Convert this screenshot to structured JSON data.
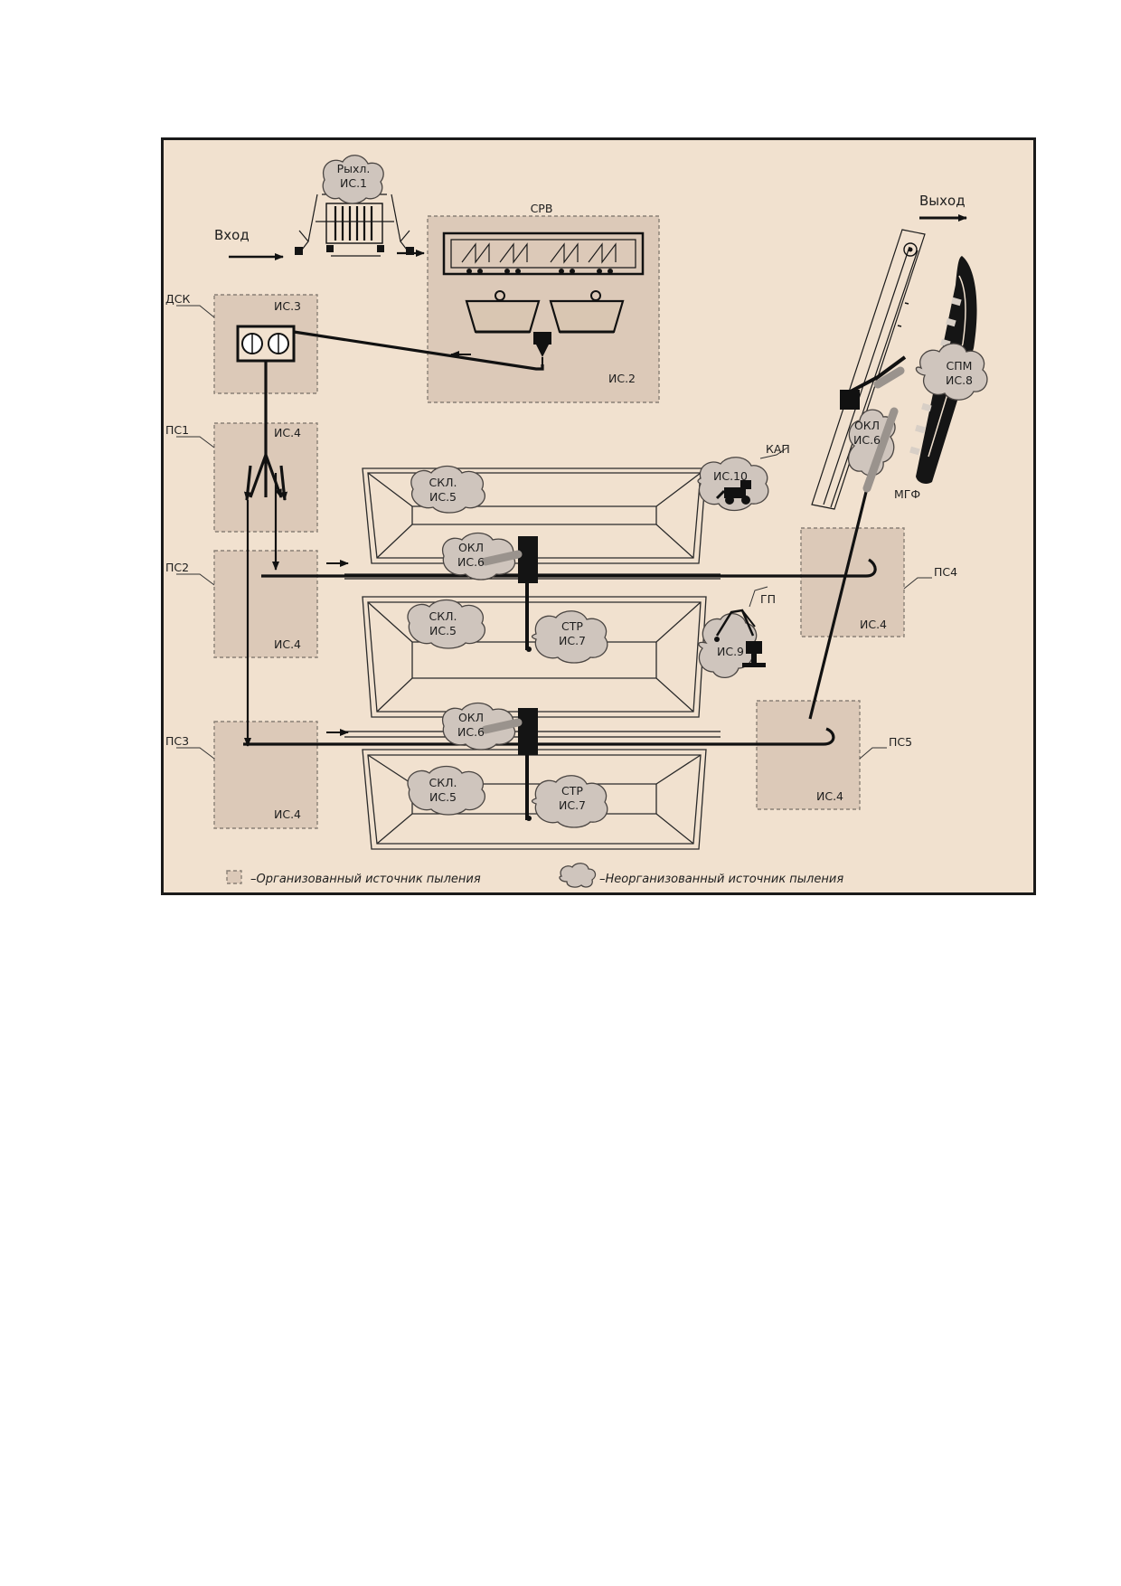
{
  "diagram": {
    "io": {
      "entry": "Вход",
      "exit": "Выход"
    },
    "equipment": {
      "rykhl": "Рыхл.",
      "srv": "СРВ",
      "dsk": "ДСК",
      "ps1": "ПС1",
      "ps2": "ПС2",
      "ps3": "ПС3",
      "ps4": "ПС4",
      "ps5": "ПС5",
      "kap": "КАП",
      "gp": "ГП",
      "mgf": "МГФ",
      "spm": "СПМ",
      "skl": "СКЛ.",
      "okl": "ОКЛ",
      "str": "СТР"
    },
    "sources": {
      "is1": "ИС.1",
      "is2": "ИС.2",
      "is3": "ИС.3",
      "is4": "ИС.4",
      "is5": "ИС.5",
      "is6": "ИС.6",
      "is7": "ИС.7",
      "is8": "ИС.8",
      "is9": "ИС.9",
      "is10": "ИС.10"
    },
    "legend": {
      "organized": "–Организованный источник пыления",
      "unorganized": "–Неорганизованный источник пыления"
    },
    "colors": {
      "background": "#f1e1cf",
      "organized_fill": "#dcc9b8",
      "cloud_fill": "#cfc5bd",
      "flow_line": "#111111"
    }
  }
}
